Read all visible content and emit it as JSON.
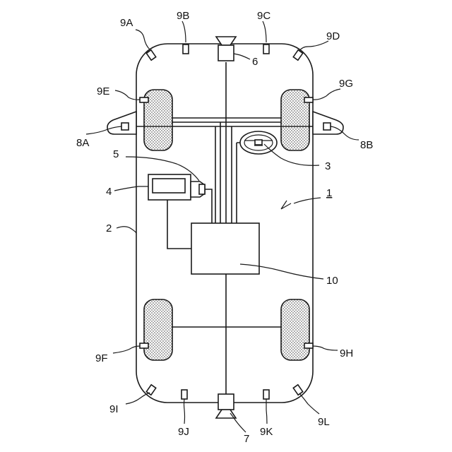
{
  "labels": {
    "sensor_9A": "9A",
    "sensor_9B": "9B",
    "sensor_9C": "9C",
    "sensor_9D": "9D",
    "sensor_9E": "9E",
    "sensor_9F": "9F",
    "sensor_9G": "9G",
    "sensor_9H": "9H",
    "sensor_9I": "9I",
    "sensor_9J": "9J",
    "sensor_9K": "9K",
    "sensor_9L": "9L",
    "mirror_8A": "8A",
    "mirror_8B": "8B",
    "vehicle": "1",
    "body": "2",
    "steering": "3",
    "display": "4",
    "speaker": "5",
    "front_horn": "6",
    "rear_horn": "7",
    "controller": "10"
  }
}
